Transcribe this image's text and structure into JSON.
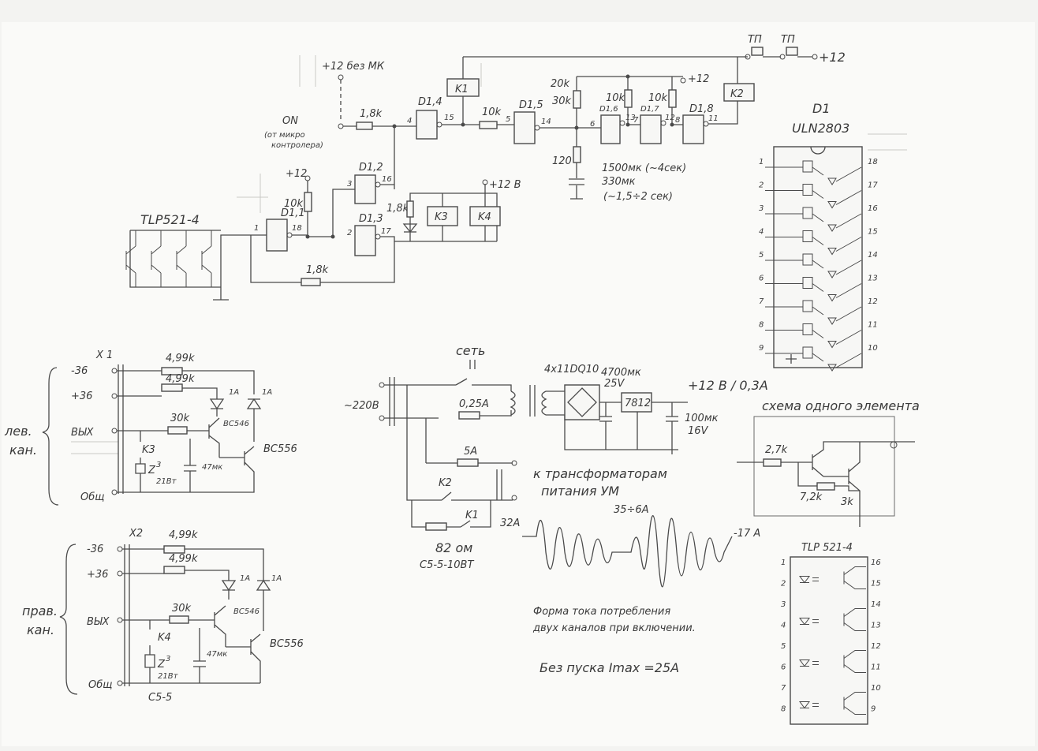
{
  "top": {
    "tp1": "ТП",
    "tp2": "ТП",
    "plus12_right": "+12",
    "plus12_no_mk": "+12 без МК",
    "on_label": "ON",
    "on_note_1": "(от микро",
    "on_note_2": "контролера)",
    "r_on": "1,8k",
    "k1": "K1",
    "k2": "K2",
    "k3": "K3",
    "k4": "K4",
    "d14": "D1,4",
    "d15": "D1,5",
    "d16": "D1,6",
    "d17": "D1,7",
    "d18": "D1,8",
    "d12": "D1,2",
    "d13": "D1,3",
    "d11": "D1,1",
    "r10k_a": "10k",
    "r20k": "20k",
    "r30k": "30k",
    "r10k_b": "10k",
    "r10k_c": "10k",
    "plus12_mid": "+12",
    "r120": "120",
    "cap1": "1500мк (~4сек)",
    "cap2": "330мк",
    "cap3": "(~1,5÷2 сек)",
    "plus12_k": "+12",
    "r10k_pu": "10k",
    "led_r": "1,8k",
    "plus12b": "+12 В",
    "tlp_label": "TLP521-4",
    "r_fb": "1,8k",
    "pins": {
      "p4": "4",
      "p15": "15",
      "p5": "5",
      "p14": "14",
      "p6": "6",
      "p13": "13",
      "p7": "7",
      "p12": "12",
      "p8": "8",
      "p11": "11",
      "p3": "3",
      "p16": "16",
      "p2": "2",
      "p17": "17",
      "p1": "1",
      "p18": "18"
    }
  },
  "uln": {
    "name": "D1",
    "part": "ULN2803",
    "left_pins": [
      "1",
      "2",
      "3",
      "4",
      "5",
      "6",
      "7",
      "8",
      "9"
    ],
    "right_pins": [
      "18",
      "17",
      "16",
      "15",
      "14",
      "13",
      "12",
      "11",
      "10"
    ]
  },
  "x1": {
    "name": "X 1",
    "m36": "-36",
    "p36": "+36",
    "out": "ВЫХ",
    "gnd": "Общ",
    "r1": "4,99k",
    "r2": "4,99k",
    "r30": "30k",
    "k3": "K3",
    "z_a": "Z",
    "z_b": "3",
    "z_c": "21Вт",
    "cap": "47мк",
    "d1": "1А",
    "d2": "1А",
    "q1": "ВС546",
    "q2": "ВС556",
    "brace_1": "лев.",
    "brace_2": "кан."
  },
  "x2": {
    "name": "X2",
    "m36": "-36",
    "p36": "+36",
    "out": "ВЫХ",
    "gnd": "Общ",
    "r1": "4,99k",
    "r2": "4,99k",
    "r30": "30k",
    "k4": "K4",
    "z_a": "Z",
    "z_b": "3",
    "z_c": "21Вт",
    "cap": "47мк",
    "d1": "1А",
    "d2": "1А",
    "q1": "ВС546",
    "q2": "ВС556",
    "c55": "С5-5",
    "brace_1": "прав.",
    "brace_2": "кан."
  },
  "mains": {
    "set": "сеть",
    "v220": "~220В",
    "f1": "0,25А",
    "f2": "5А",
    "k2": "K2",
    "k1": "K1",
    "r82": "82 ом",
    "r82_type": "С5-5-10ВТ",
    "to_tr_1": "к трансформаторам",
    "to_tr_2": "питания  УМ"
  },
  "psu": {
    "bridge": "4х11DQ10",
    "cap1_a": "4700мк",
    "cap1_b": "25V",
    "reg": "7812",
    "out": "+12 В / 0,3А",
    "cap2_a": "100мк",
    "cap2_b": "16V"
  },
  "element": {
    "title": "схема одного элемента",
    "r1": "2,7k",
    "r2": "7,2k",
    "r3": "3k"
  },
  "waveform": {
    "left": "32А",
    "peak": "35÷6А",
    "right": "-17 А",
    "note_1": "Форма тока потребления",
    "note_2": "двух каналов при включении.",
    "imax": "Без пуска  Imax =25А"
  },
  "tlp2": {
    "title": "TLP 521-4",
    "left_pins": [
      "1",
      "2",
      "3",
      "4",
      "5",
      "6",
      "7",
      "8"
    ],
    "right_pins": [
      "16",
      "15",
      "14",
      "13",
      "12",
      "11",
      "10",
      "9"
    ]
  }
}
